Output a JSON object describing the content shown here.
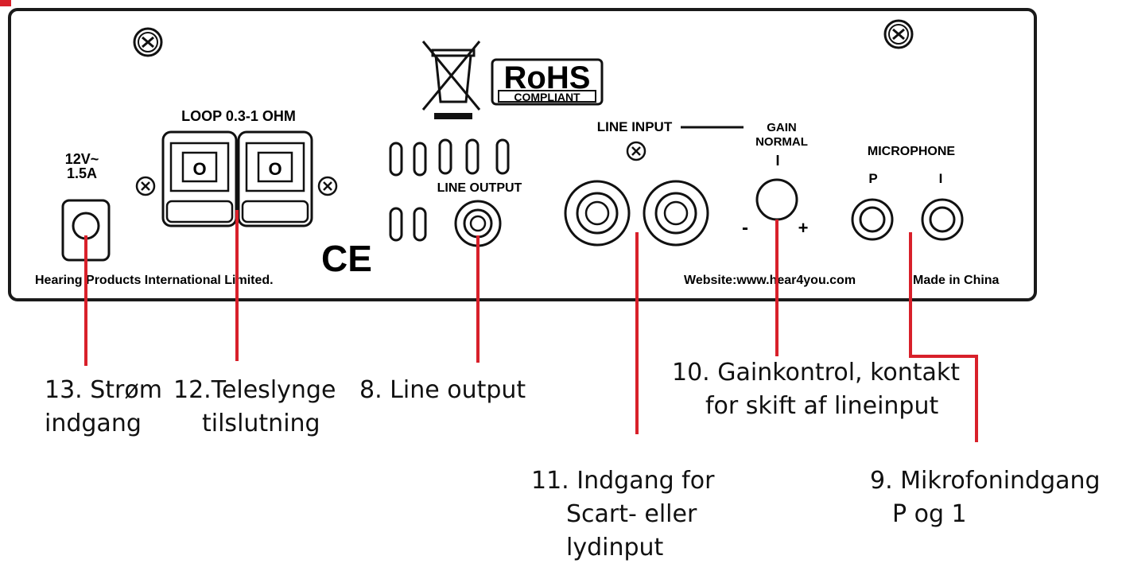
{
  "panel": {
    "power_rating_line1": "12V~",
    "power_rating_line2": "1.5A",
    "loop_label": "LOOP 0.3-1 OHM",
    "switch_symbol": "O",
    "rohs_main": "RoHS",
    "rohs_sub": "COMPLIANT",
    "line_output_label": "LINE OUTPUT",
    "line_input_label": "LINE INPUT",
    "gain_label": "GAIN",
    "normal_label": "NORMAL",
    "normal_mark": "I",
    "minus_mark": "-",
    "plus_mark": "+",
    "microphone_label": "MICROPHONE",
    "mic_p_label": "P",
    "mic_i_label": "I",
    "manufacturer": "Hearing Products International Limited.",
    "ce_mark": "CE",
    "website": "Website:www.hear4you.com",
    "made_in": "Made in China"
  },
  "callouts": {
    "c13_line1": "13. Strøm",
    "c13_line2": "indgang",
    "c12_line1": "12.Teleslynge",
    "c12_line2": "tilslutning",
    "c8_line1": "8.  Line output",
    "c10_line1": "10.  Gainkontrol, kontakt",
    "c10_line2": "for skift af lineinput",
    "c11_line1": "11.  Indgang for",
    "c11_line2": "Scart- eller",
    "c11_line3": "lydinput",
    "c9_line1": "9.  Mikrofonindgang",
    "c9_line2": "P og 1"
  },
  "colors": {
    "leader": "#d8202a",
    "panel_stroke": "#1a1a1a"
  }
}
